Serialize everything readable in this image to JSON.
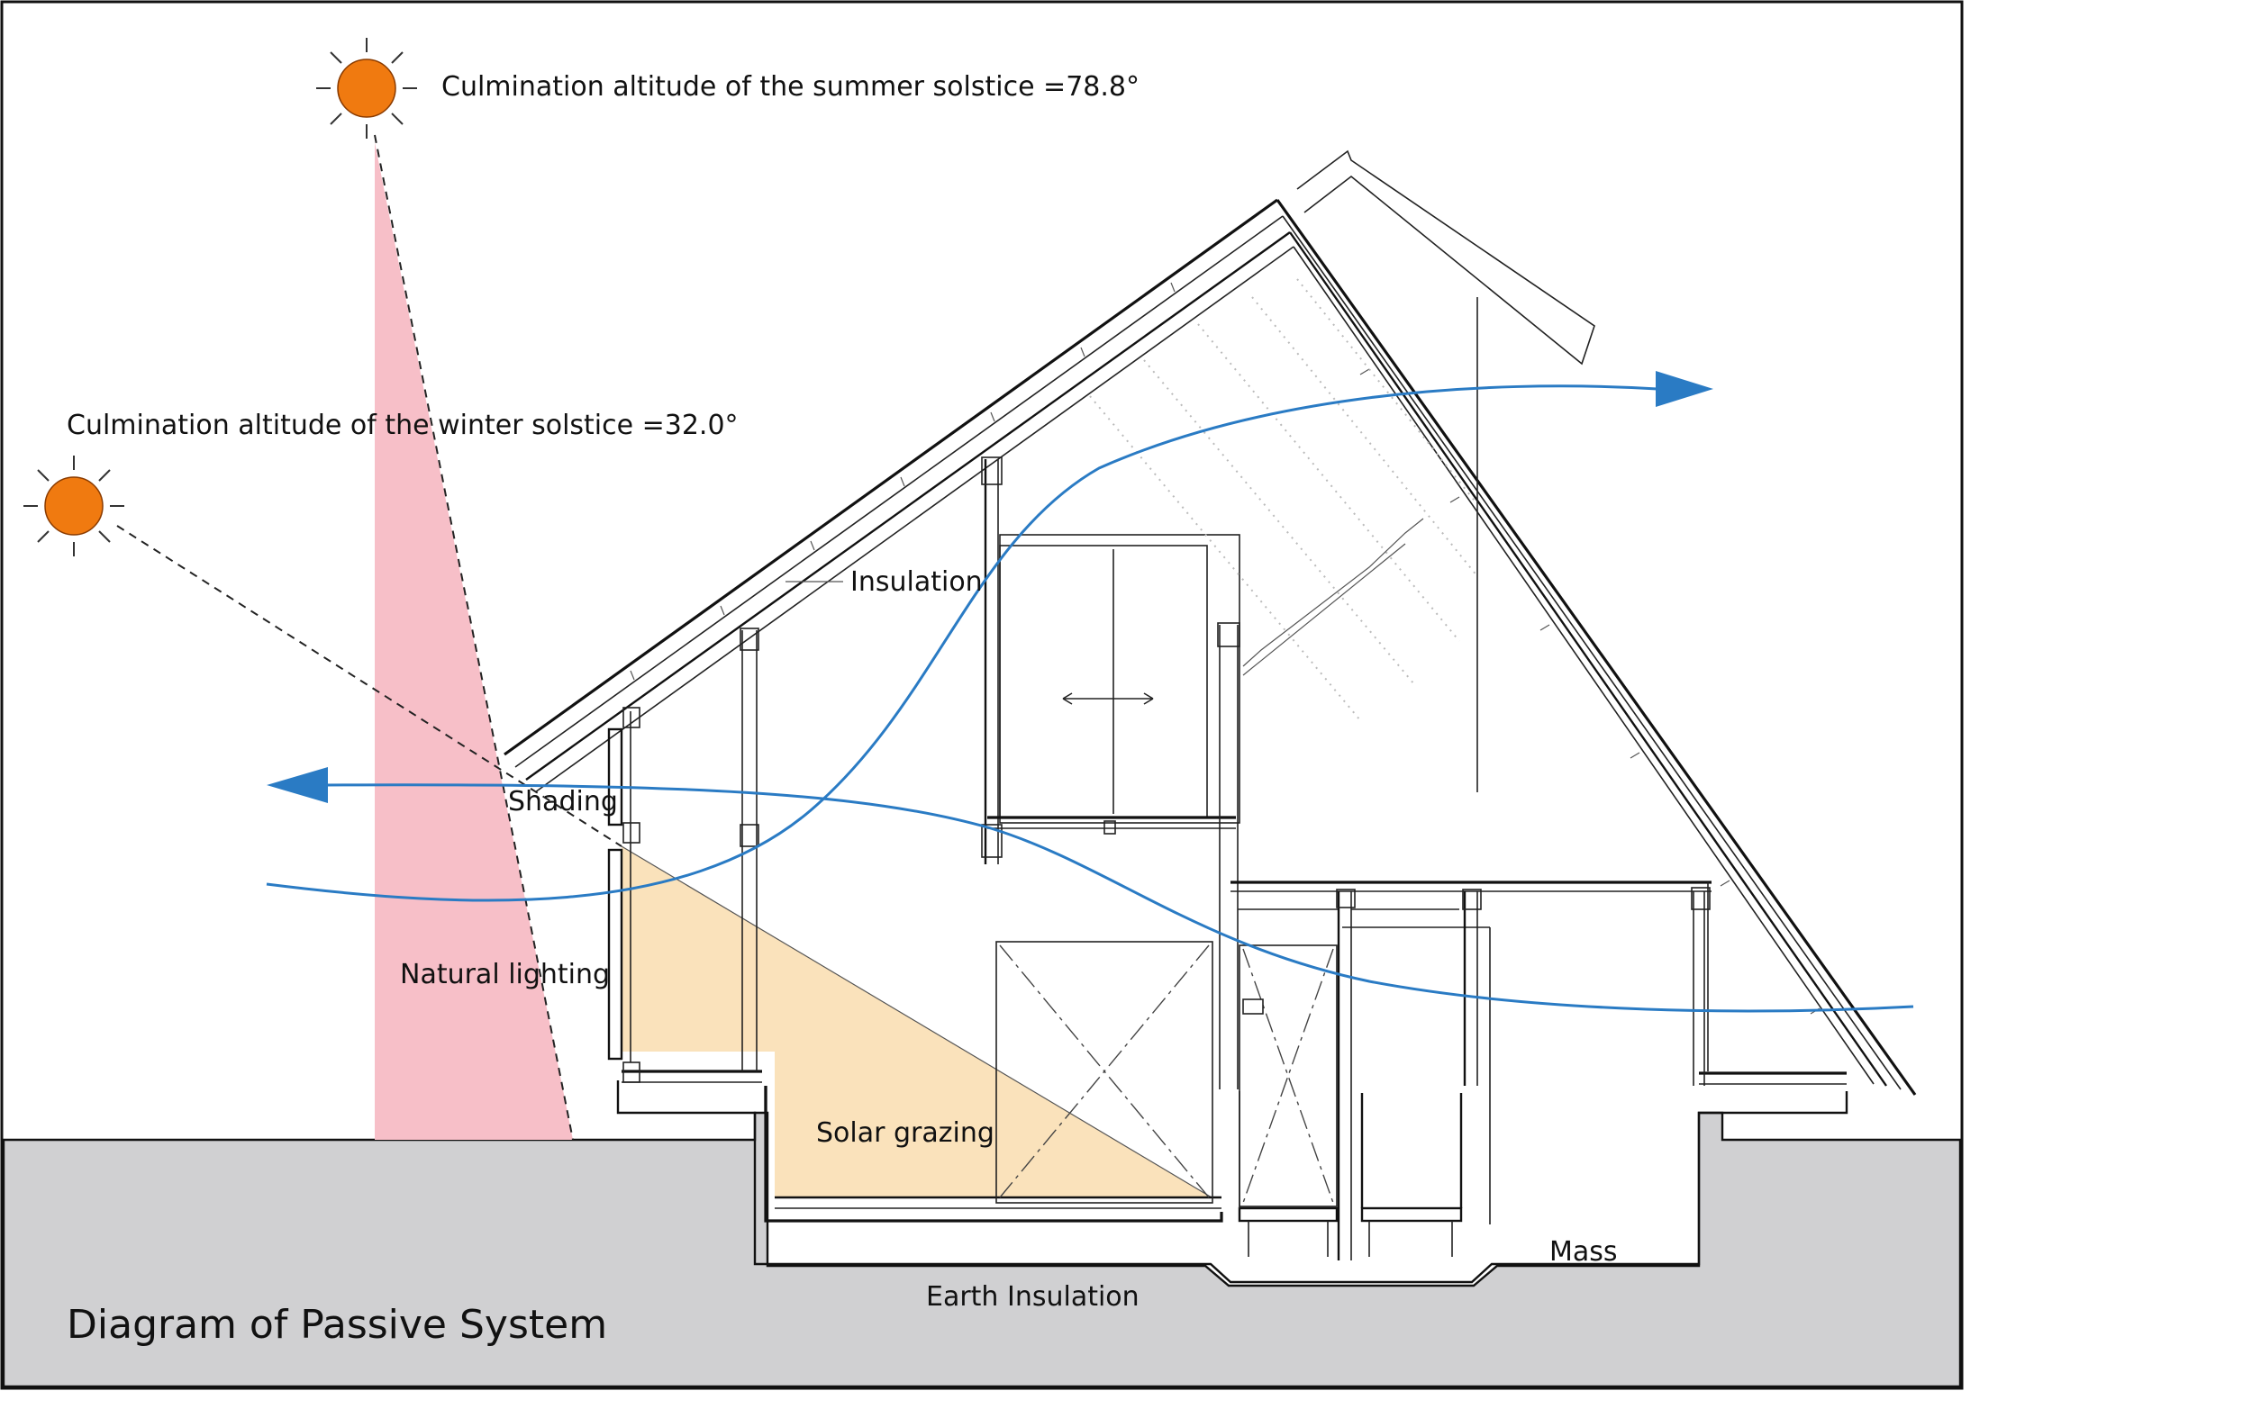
{
  "title": "Diagram of Passive System",
  "labels": {
    "summer_sun": "Culmination altitude of the summer solstice =78.8°",
    "winter_sun": "Culmination altitude of the winter solstice =32.0°",
    "insulation": "Insulation",
    "shading": "Shading",
    "natural_lighting": "Natural lighting",
    "solar_grazing": "Solar grazing",
    "earth_insulation": "Earth Insulation",
    "mass": "Mass"
  },
  "colors": {
    "sun": "#F07A10",
    "summer_light": "#F7BFC8",
    "winter_light": "#FAE2BB",
    "airflow": "#2A7BC4",
    "ground": "#D0D0D2"
  }
}
